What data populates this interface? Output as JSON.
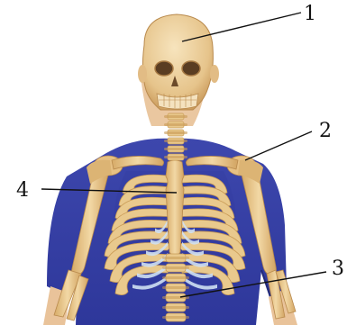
{
  "diagram": {
    "callouts": [
      {
        "id": "1",
        "label": "1"
      },
      {
        "id": "2",
        "label": "2"
      },
      {
        "id": "3",
        "label": "3"
      },
      {
        "id": "4",
        "label": "4"
      }
    ]
  },
  "colors": {
    "bone": "#e9c98d",
    "bone_shadow": "#c89a55",
    "shirt": "#3a44a8",
    "shirt_dark": "#262e7e",
    "cartilage": "#cfe0f2",
    "skin": "#eac7a0",
    "line": "#111111"
  }
}
